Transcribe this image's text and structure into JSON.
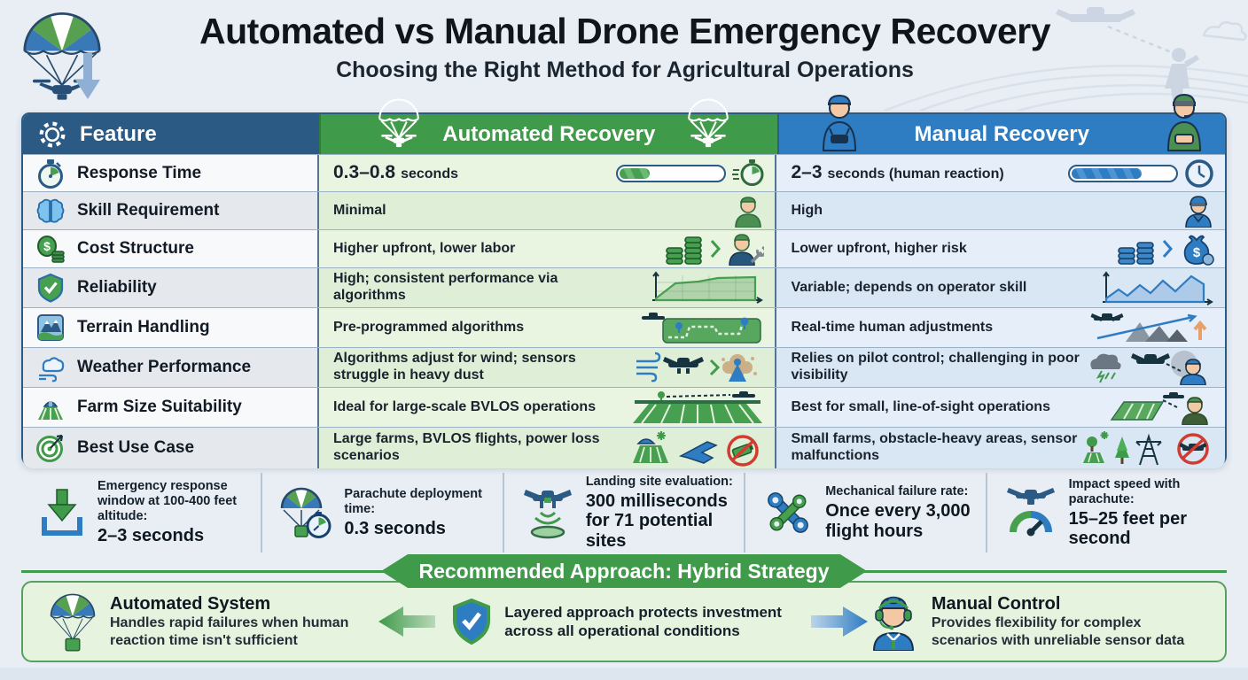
{
  "title": {
    "main": "Automated vs Manual Drone Emergency Recovery",
    "subtitle": "Choosing the Right Method for Agricultural Operations"
  },
  "table": {
    "headers": {
      "feature": "Feature",
      "automated": "Automated Recovery",
      "manual": "Manual Recovery"
    },
    "rows": [
      {
        "icon": "stopwatch-icon",
        "feature": "Response Time",
        "automated_strong": "0.3–0.8",
        "automated_rest": "seconds",
        "manual_strong": "2–3",
        "manual_rest": "seconds (human reaction)"
      },
      {
        "icon": "brain-icon",
        "feature": "Skill Requirement",
        "automated": "Minimal",
        "manual": "High"
      },
      {
        "icon": "money-icon",
        "feature": "Cost Structure",
        "automated": "Higher upfront, lower labor",
        "manual": "Lower upfront, higher risk"
      },
      {
        "icon": "shield-check-icon",
        "feature": "Reliability",
        "automated": "High; consistent performance via algorithms",
        "manual": "Variable; depends on operator skill"
      },
      {
        "icon": "mountain-icon",
        "feature": "Terrain Handling",
        "automated": "Pre-programmed algorithms",
        "manual": "Real-time human adjustments"
      },
      {
        "icon": "cloud-wind-icon",
        "feature": "Weather Performance",
        "automated": "Algorithms adjust for wind; sensors struggle in heavy dust",
        "manual": "Relies on pilot control; challenging in poor visibility"
      },
      {
        "icon": "farm-icon",
        "feature": "Farm Size Suitability",
        "automated": "Ideal for large-scale BVLOS operations",
        "manual": "Best for small, line-of-sight operations"
      },
      {
        "icon": "target-icon",
        "feature": "Best Use Case",
        "automated": "Large farms, BVLOS flights, power loss scenarios",
        "manual": "Small farms, obstacle-heavy areas, sensor malfunctions"
      }
    ]
  },
  "stats": [
    {
      "icon": "download-arrow-icon",
      "label": "Emergency response window at 100-400 feet altitude:",
      "value": "2–3 seconds"
    },
    {
      "icon": "parachute-timer-icon",
      "label": "Parachute deployment time:",
      "value": "0.3 seconds"
    },
    {
      "icon": "drone-scan-icon",
      "label": "Landing site evaluation:",
      "value": "300 milliseconds for 71 potential sites"
    },
    {
      "icon": "wrenches-icon",
      "label": "Mechanical failure rate:",
      "value": "Once every 3,000 flight hours"
    },
    {
      "icon": "drone-gauge-icon",
      "label": "Impact speed with parachute:",
      "value": "15–25 feet per second"
    }
  ],
  "recommendation": {
    "banner": "Recommended Approach: Hybrid Strategy",
    "automated": {
      "title": "Automated System",
      "description": "Handles rapid failures when human reaction time isn't sufficient"
    },
    "center_note": "Layered approach protects investment across all operational conditions",
    "manual": {
      "title": "Manual Control",
      "description": "Provides flexibility for complex scenarios with unreliable sensor data"
    }
  },
  "colors": {
    "feature_header": "#2b5a85",
    "automated_header": "#3f9a4a",
    "manual_header": "#2e7cc2",
    "automated_cell": "#e9f4e1",
    "manual_cell": "#e6eef9",
    "accent_green": "#3f9a4a",
    "accent_blue": "#2e7cc2",
    "alert_red": "#d23b2f",
    "panel_bg": "#e6f3df"
  }
}
